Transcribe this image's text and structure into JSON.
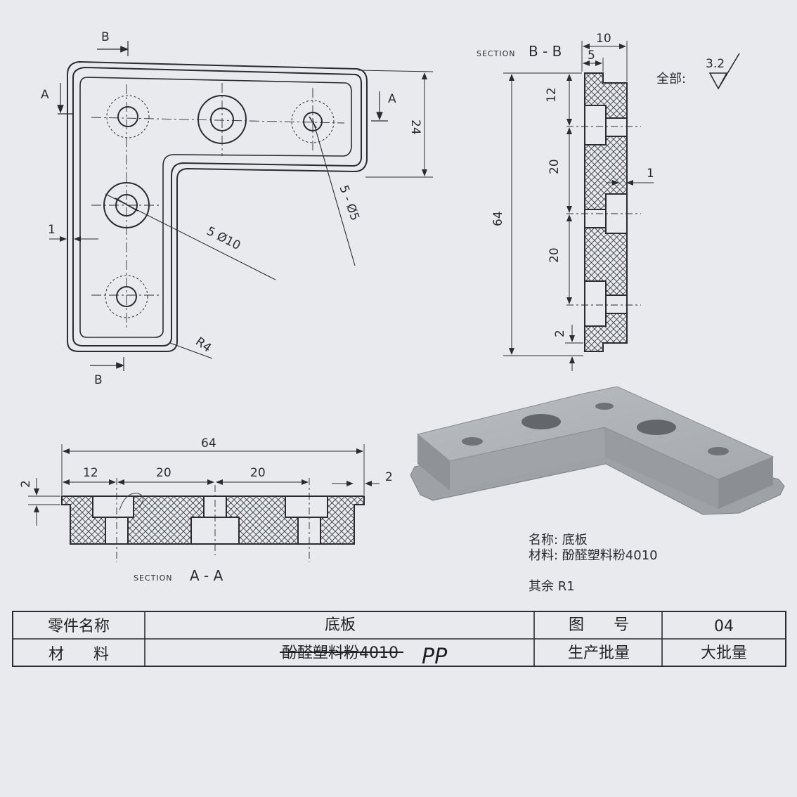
{
  "top_view": {
    "section_b": "B",
    "section_a": "A",
    "dim_24": "24",
    "dim_1": "1",
    "holes_small": "5 - Ø5",
    "holes_large": "5   Ø10",
    "radius": "R4"
  },
  "section_bb": {
    "title_small": "SECTION",
    "title_big": "B - B",
    "dim_10": "10",
    "dim_5": "5",
    "dim_12": "12",
    "dim_20a": "20",
    "dim_20b": "20",
    "dim_1": "1",
    "dim_64": "64",
    "dim_2": "2"
  },
  "roughness": {
    "label": "全部:",
    "value": "3.2"
  },
  "section_aa": {
    "title_small": "SECTION",
    "title_big": "A - A",
    "dim_64": "64",
    "dim_12": "12",
    "dim_20a": "20",
    "dim_20b": "20",
    "dim_2_left": "2",
    "dim_2_right": "2"
  },
  "notes": {
    "name": "名称: 底板",
    "material": "材料: 酚醛塑料粉4010",
    "rest": "其余 R1"
  },
  "title_block": {
    "part_name_label": "零件名称",
    "part_name_value": "底板",
    "drawing_no_label": "图      号",
    "drawing_no_value": "04",
    "material_label": "材      料",
    "material_value": "酚醛塑料粉4010",
    "material_handwritten": "PP",
    "batch_label": "生产批量",
    "batch_value": "大批量"
  }
}
